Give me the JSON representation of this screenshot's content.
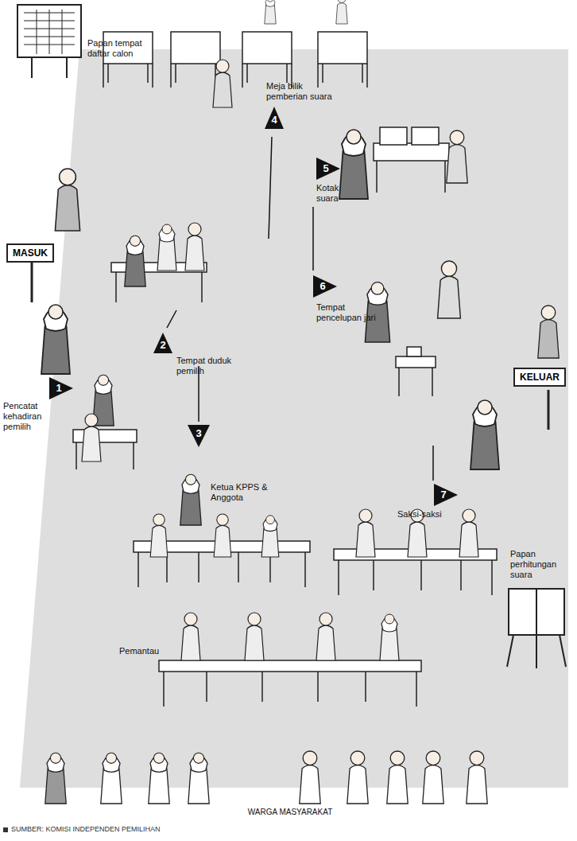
{
  "diagram": {
    "caption": "SUMBER: KOMISI INDEPENDEN PEMILIHAN",
    "nodes": [
      {
        "text": [
          "MASUK"
        ]
      },
      {
        "text": [
          "KELUAR"
        ]
      }
    ],
    "labels": [
      "Papan tempat daftar calon",
      "Meja bilik pemberian suara",
      "1",
      "Pencatat kehadiran pemilih",
      "2",
      "Tempat duduk pemilih",
      "3",
      "4",
      "5",
      "Kotak suara",
      "6",
      "Tempat pencelupan jari",
      "7",
      "Ketua KPPS & Anggota",
      "Saksi-saksi",
      "Papan perhitungan suara",
      "Pemantau",
      "WARGA MASYARAKAT"
    ]
  }
}
